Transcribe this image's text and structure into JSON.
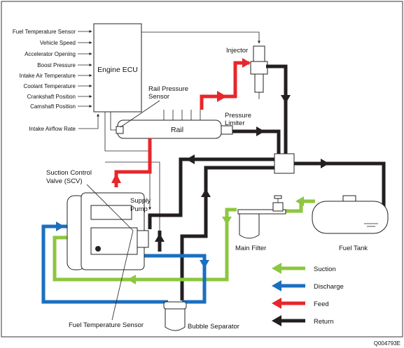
{
  "ecu": {
    "title": "Engine ECU",
    "inputs": [
      "Fuel Temperature Sensor",
      "Vehicle Speed",
      "Accelerator Opening",
      "Boost Pressure",
      "Intake Air Temperature",
      "Coolant Temperature",
      "Crankshaft Position",
      "Camshaft Position"
    ],
    "airflow_input": "Intake Airflow Rate"
  },
  "components": {
    "injector": "Injector",
    "rail_pressure_sensor_1": "Rail Pressure",
    "rail_pressure_sensor_2": "Sensor",
    "rail": "Rail",
    "pressure_limiter_1": "Pressure",
    "pressure_limiter_2": "Limiter",
    "scv_1": "Suction Control",
    "scv_2": "Valve (SCV)",
    "supply_pump_1": "Supply",
    "supply_pump_2": "Pump",
    "main_filter": "Main Filter",
    "fuel_tank": "Fuel Tank",
    "fuel_temp_sensor": "Fuel Temperature Sensor",
    "bubble_separator": "Bubble Separator"
  },
  "legend": [
    {
      "label": "Suction",
      "color": "#8dc63f"
    },
    {
      "label": "Discharge",
      "color": "#1b6fc0"
    },
    {
      "label": "Feed",
      "color": "#e8262b"
    },
    {
      "label": "Return",
      "color": "#231f20"
    }
  ],
  "figure_id": "Q004793E"
}
